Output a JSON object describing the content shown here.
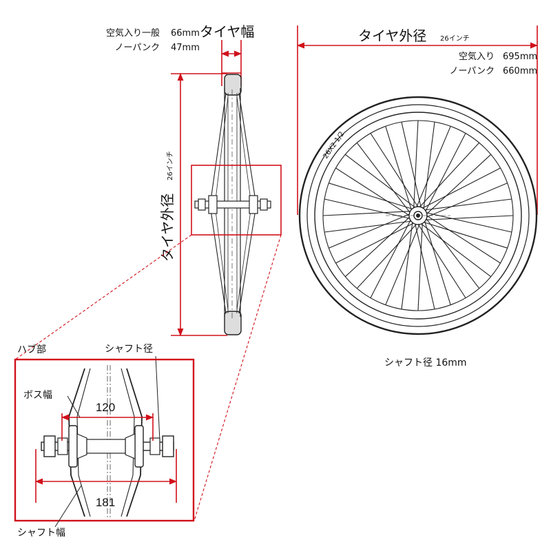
{
  "tire_width": {
    "title": "タイヤ幅",
    "air_label": "空気入り一般",
    "air_value": "66mm",
    "nopuncture_label": "ノーパンク",
    "nopuncture_value": "47mm"
  },
  "tire_diameter": {
    "title": "タイヤ外径",
    "size": "26インチ",
    "air_label": "空気入り",
    "air_value": "695mm",
    "nopuncture_label": "ノーパンク",
    "nopuncture_value": "660mm"
  },
  "side_view": {
    "title": "タイヤ外径",
    "size": "26インチ"
  },
  "tire_marking": "26X2 1/2",
  "shaft_diameter": {
    "text": "シャフト径 16mm"
  },
  "hub_detail": {
    "title": "ハブ部",
    "shaft_label": "シャフト径",
    "boss_label": "ボス幅",
    "boss_value": "120",
    "shaft_width_value": "181",
    "shaft_width_label": "シャフト幅"
  },
  "colors": {
    "dimension_red": "#d0101a",
    "drawing_ink": "#222222"
  }
}
